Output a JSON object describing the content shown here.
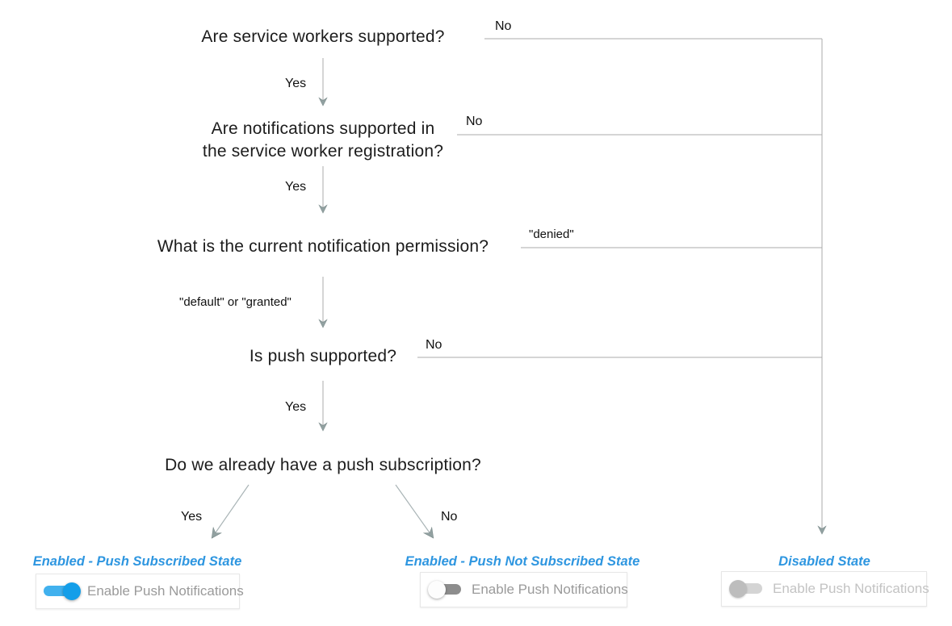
{
  "diagram": {
    "questions": [
      {
        "id": "service-workers-supported",
        "text": "Are service workers supported?"
      },
      {
        "id": "notifications-supported",
        "text": "Are notifications supported in\nthe service worker registration?"
      },
      {
        "id": "notification-permission",
        "text": "What is the current notification permission?"
      },
      {
        "id": "push-supported",
        "text": "Is push supported?"
      },
      {
        "id": "push-subscription",
        "text": "Do we already have a push subscription?"
      }
    ],
    "edge_labels": {
      "q1_yes": "Yes",
      "q1_no": "No",
      "q2_yes": "Yes",
      "q2_no": "No",
      "q3_yes": "\"default\" or \"granted\"",
      "q3_no": "\"denied\"",
      "q4_yes": "Yes",
      "q4_no": "No",
      "q5_yes": "Yes",
      "q5_no": "No"
    },
    "states": [
      {
        "label": "Enabled - Push Subscribed State",
        "toggle_state": "on",
        "control_label": "Enable Push Notifications"
      },
      {
        "label": "Enabled - Push Not Subscribed State",
        "toggle_state": "off",
        "control_label": "Enable Push Notifications"
      },
      {
        "label": "Disabled State",
        "toggle_state": "disabled",
        "control_label": "Enable Push Notifications"
      }
    ],
    "colors": {
      "line": "#ababab",
      "arrow": "#92a1a1",
      "question_text": "#1c1c1c",
      "state_label_blue": "#2e96e0",
      "toggle_on_thumb": "#139ee9",
      "toggle_on_track": "#41b1ee",
      "toggle_off_thumb": "#fdfdfd",
      "toggle_off_track": "#8d8d8d",
      "toggle_disabled_thumb": "#bdbdbd",
      "toggle_disabled_track": "#d4d4d4",
      "card_label_gray": "#9a9a9a",
      "card_label_disabled_gray": "#c3c3c3"
    }
  }
}
